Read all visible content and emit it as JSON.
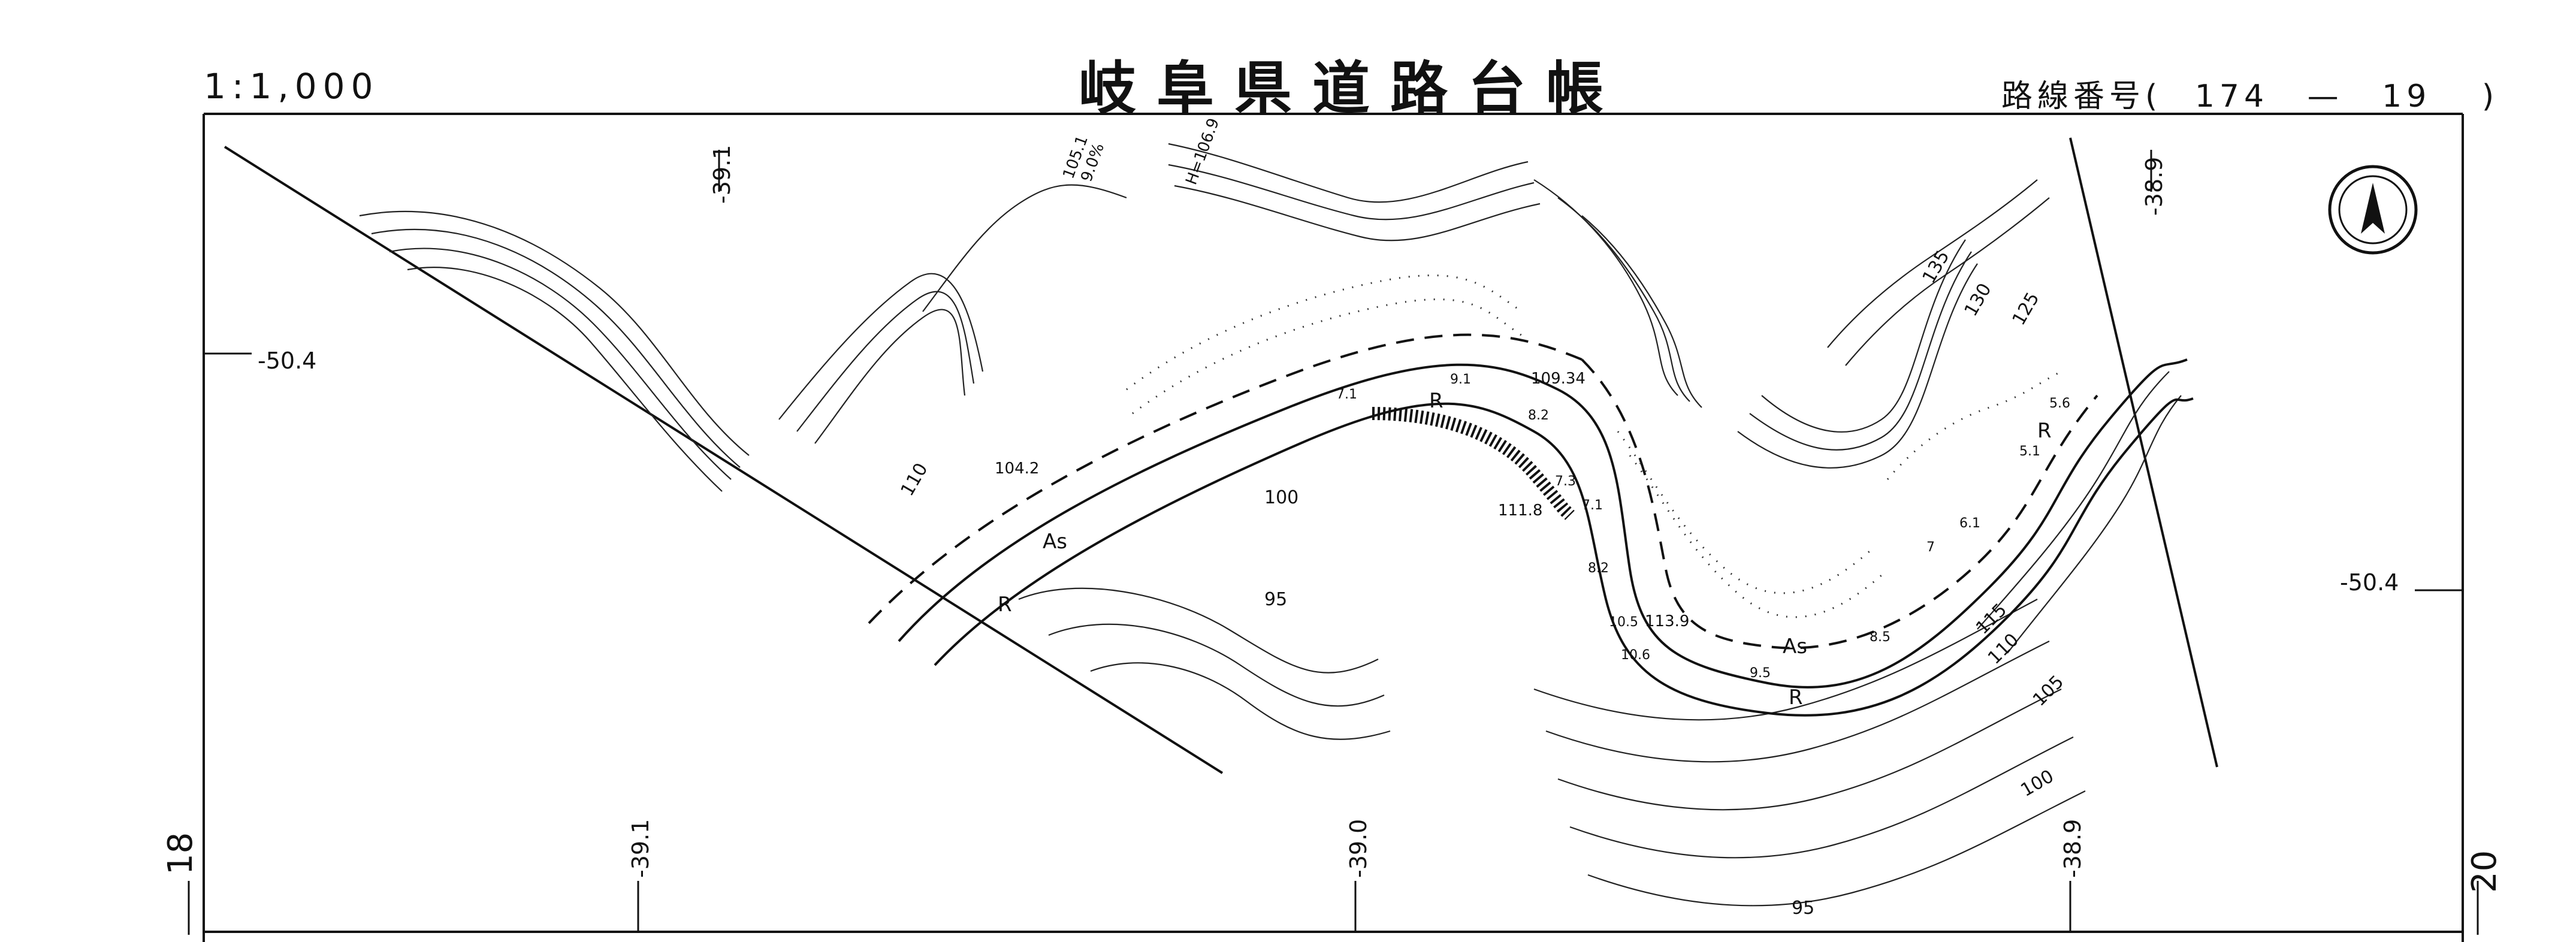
{
  "header": {
    "scale": "1:1,000",
    "title": "岐阜県道路台帳",
    "route_label": "路線番号(",
    "route_number": "174",
    "route_dash": "—",
    "route_sequence": "19",
    "route_close": ")"
  },
  "adjacent_sheets": {
    "left": "18",
    "right": "20"
  },
  "coordinates": {
    "top_left": "-39.1",
    "top_right": "-38.9",
    "left_side": "-50.4",
    "right_side": "-50.4",
    "bottom_left": "-39.1",
    "bottom_center": "-39.0",
    "bottom_right": "-38.9"
  },
  "contour_labels": [
    "135",
    "130",
    "125",
    "115",
    "110",
    "105",
    "100",
    "95",
    "110",
    "100",
    "95"
  ],
  "spot_heights": [
    "105.1",
    "9.0%",
    "H=106.9",
    "109.34",
    "104.2",
    "111.8",
    "113.9"
  ],
  "road_widths": [
    "9.1",
    "7.1",
    "8.2",
    "7.3",
    "7.1",
    "8.2",
    "10.5",
    "10.6",
    "9.5",
    "8.5",
    "7",
    "6.1",
    "5.6",
    "5.1"
  ],
  "surface_labels": [
    "As",
    "As",
    "R",
    "R",
    "R",
    "R"
  ],
  "north_arrow": "north-arrow-icon"
}
